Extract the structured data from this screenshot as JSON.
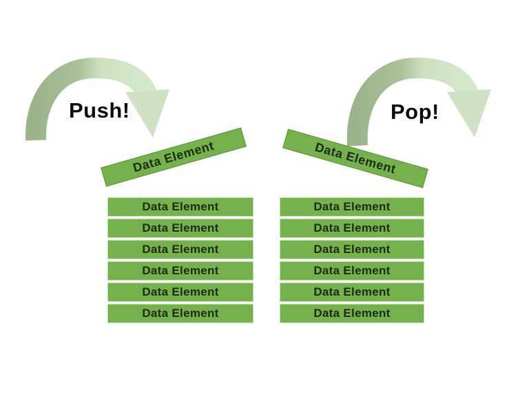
{
  "diagram": {
    "push": {
      "label": "Push!"
    },
    "pop": {
      "label": "Pop!"
    },
    "incoming_element": {
      "label": "Data Element"
    },
    "outgoing_element": {
      "label": "Data Element"
    },
    "left_stack": {
      "items": [
        "Data Element",
        "Data Element",
        "Data Element",
        "Data Element",
        "Data Element",
        "Data Element"
      ]
    },
    "right_stack": {
      "items": [
        "Data Element",
        "Data Element",
        "Data Element",
        "Data Element",
        "Data Element",
        "Data Element"
      ]
    },
    "colors": {
      "box_fill": "#75b14d",
      "box_border_light": "#bedda1",
      "box_text": "#1d2b10",
      "arrow_tail": "#9cb48c",
      "arrow_head": "#cfe3c4",
      "label_text": "#0d0d0d",
      "background": "#ffffff"
    }
  }
}
